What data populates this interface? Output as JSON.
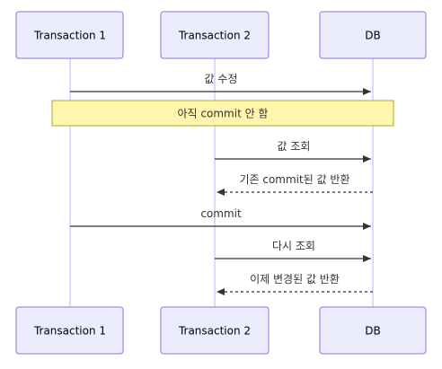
{
  "participants": [
    {
      "id": "t1",
      "label": "Transaction 1"
    },
    {
      "id": "t2",
      "label": "Transaction 2"
    },
    {
      "id": "db",
      "label": "DB"
    }
  ],
  "messages": [
    {
      "from": "t1",
      "to": "db",
      "label": "값 수정",
      "style": "solid"
    },
    {
      "note": true,
      "label": "아직 commit 안 함",
      "over": [
        "t1",
        "db"
      ]
    },
    {
      "from": "t2",
      "to": "db",
      "label": "값 조회",
      "style": "solid"
    },
    {
      "from": "db",
      "to": "t2",
      "label": "기존 commit된 값 반환",
      "style": "dashed"
    },
    {
      "from": "t1",
      "to": "db",
      "label": "commit",
      "style": "solid"
    },
    {
      "from": "t2",
      "to": "db",
      "label": "다시 조회",
      "style": "solid"
    },
    {
      "from": "db",
      "to": "t2",
      "label": "이제 변경된 값 반환",
      "style": "dashed"
    }
  ],
  "colors": {
    "actor_fill": "#ECECFF",
    "actor_border": "#9370DB",
    "lifeline": "#BDB7E8",
    "note_fill": "#FFF5AD",
    "note_border": "#AAAA33",
    "arrow": "#333333"
  }
}
